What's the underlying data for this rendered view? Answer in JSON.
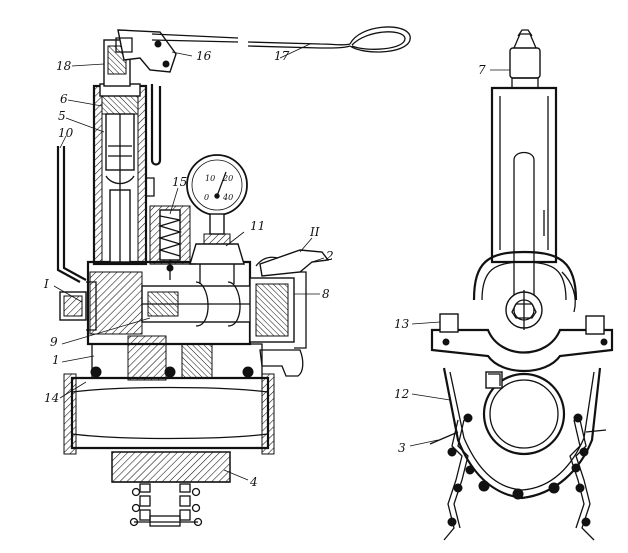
{
  "callouts": {
    "c1": "1",
    "c2": "2",
    "c3": "3",
    "c4": "4",
    "c5": "5",
    "c6": "6",
    "c7": "7",
    "c8": "8",
    "c9": "9",
    "c10": "10",
    "c11": "11",
    "c12": "12",
    "c13": "13",
    "c14": "14",
    "c15": "15",
    "c16": "16",
    "c17": "17",
    "c18": "18",
    "cI": "I",
    "cII": "II"
  },
  "gauge": {
    "t10": "10",
    "t20": "20",
    "t0": "0",
    "t40": "40"
  }
}
